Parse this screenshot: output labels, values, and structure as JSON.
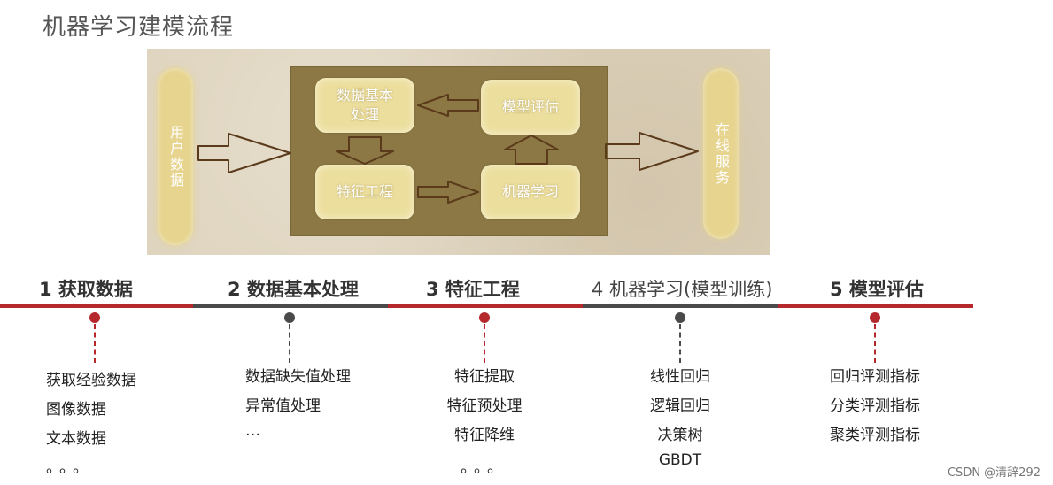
{
  "title": "机器学习建模流程",
  "diagram": {
    "left_pill": "用户数据",
    "right_pill": "在线服务",
    "nodes": {
      "preprocess": "数据基本\n处理",
      "evaluate": "模型评估",
      "feature": "特征工程",
      "learning": "机器学习"
    }
  },
  "colors": {
    "red": "#b5292c",
    "dark": "#4a4a4a",
    "background_panel": "#ddd2bb",
    "box": "#8c7844",
    "node": "#ecde9c"
  },
  "steps": [
    {
      "label": "1 获取数据",
      "color": "#b5292c",
      "items": [
        "获取经验数据",
        "图像数据",
        "文本数据",
        "。。。"
      ]
    },
    {
      "label": "2 数据基本处理",
      "color": "#4a4a4a",
      "items": [
        "数据缺失值处理",
        "异常值处理",
        "…"
      ]
    },
    {
      "label": "3 特征工程",
      "color": "#b5292c",
      "items": [
        "特征提取",
        "特征预处理",
        "特征降维",
        "。。。"
      ]
    },
    {
      "label": "4 机器学习(模型训练)",
      "color": "#4a4a4a",
      "items": [
        "线性回归",
        "逻辑回归",
        "决策树",
        "GBDT"
      ]
    },
    {
      "label": "5 模型评估",
      "color": "#b5292c",
      "items": [
        "回归评测指标",
        "分类评测指标",
        "聚类评测指标"
      ]
    }
  ],
  "credit": "CSDN @清辞292"
}
